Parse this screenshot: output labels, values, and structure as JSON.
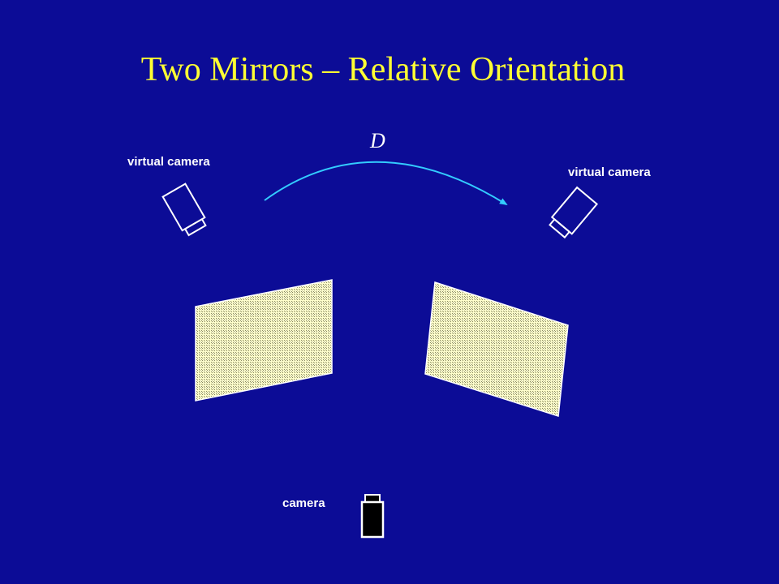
{
  "title": "Two Mirrors – Relative Orientation",
  "labels": {
    "virtual_camera_left": "virtual camera",
    "virtual_camera_right": "virtual camera",
    "camera": "camera",
    "transform": "D"
  },
  "colors": {
    "background": "#0c0c96",
    "title": "#ffff33",
    "text": "#ffffff",
    "arrow": "#33ccff",
    "mirror_fill": "#ffffcc",
    "camera_body": "#000000",
    "outline": "#ffffff"
  }
}
